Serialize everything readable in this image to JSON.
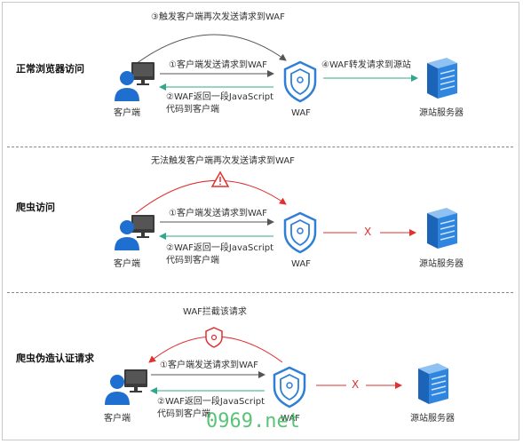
{
  "sections": [
    {
      "title": "正常浏览器访问",
      "top_label": "③触发客户端再次发送请求到WAF",
      "request_label": "①客户端发送请求到WAF",
      "response_label_1": "②WAF返回一段JavaScript",
      "response_label_2": "代码到客户端",
      "forward_label": "④WAF转发请求到源站",
      "client_label": "客户端",
      "waf_label": "WAF",
      "server_label": "源站服务器"
    },
    {
      "title": "爬虫访问",
      "top_label": "无法触发客户端再次发送请求到WAF",
      "request_label": "①客户端发送请求到WAF",
      "response_label_1": "②WAF返回一段JavaScript",
      "response_label_2": "代码到客户端",
      "block_mark": "X",
      "client_label": "客户端",
      "waf_label": "WAF",
      "server_label": "源站服务器"
    },
    {
      "title": "爬虫伪造认证请求",
      "top_label": "WAF拦截该请求",
      "request_label": "①客户端发送请求到WAF",
      "response_label_1": "②WAF返回一段JavaScript",
      "response_label_2": "代码到客户端",
      "block_mark": "X",
      "client_label": "客户端",
      "waf_label": "WAF",
      "server_label": "源站服务器"
    }
  ],
  "watermark": "0969.net",
  "colors": {
    "arrow_gray": "#555555",
    "arrow_green": "#2fa88a",
    "arrow_red": "#e03030",
    "shield_blue": "#2f7fd6",
    "server_blue": "#2f86e0",
    "person_blue": "#1e6fd0",
    "monitor_dark": "#3a3a3a"
  }
}
